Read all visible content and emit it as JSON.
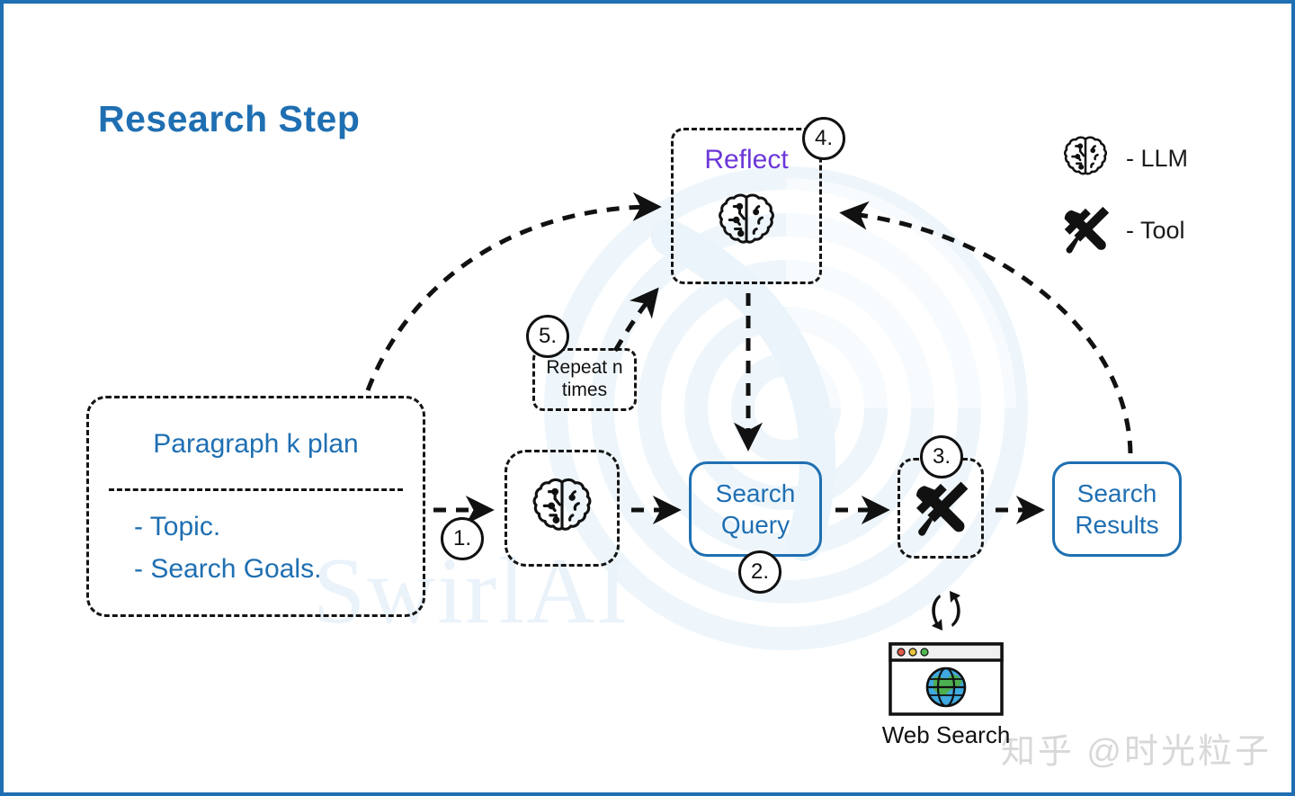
{
  "page": {
    "title": "Research Step",
    "border_color": "#1f6fb2",
    "accent_blue": "#1f6fb2",
    "reflect_purple": "#6c37d9",
    "background": "#ffffff"
  },
  "watermarks": {
    "brand_text": "SwirlAI",
    "zhihu_text": "知乎 @时光粒子"
  },
  "paragraph_plan": {
    "title": "Paragraph k plan",
    "items": [
      "- Topic.",
      "- Search Goals."
    ]
  },
  "nodes": {
    "llm_step1": {
      "icon": "brain-icon"
    },
    "search_query": {
      "label_line1": "Search",
      "label_line2": "Query"
    },
    "tool": {
      "icon": "tool-icon"
    },
    "search_results": {
      "label_line1": "Search",
      "label_line2": "Results"
    },
    "reflect": {
      "label": "Reflect",
      "icon": "brain-icon"
    },
    "repeat": {
      "label_line1": "Repeat n",
      "label_line2": "times"
    }
  },
  "badges": [
    {
      "id": "1",
      "label": "1."
    },
    {
      "id": "2",
      "label": "2."
    },
    {
      "id": "3",
      "label": "3."
    },
    {
      "id": "4",
      "label": "4."
    },
    {
      "id": "5",
      "label": "5."
    }
  ],
  "legend": {
    "items": [
      {
        "icon": "brain-icon",
        "label": "- LLM"
      },
      {
        "icon": "tool-icon",
        "label": "- Tool"
      }
    ]
  },
  "web_search": {
    "label": "Web Search",
    "icon": "browser-globe-icon",
    "sync_icon": "bidirectional-arrows-icon"
  }
}
